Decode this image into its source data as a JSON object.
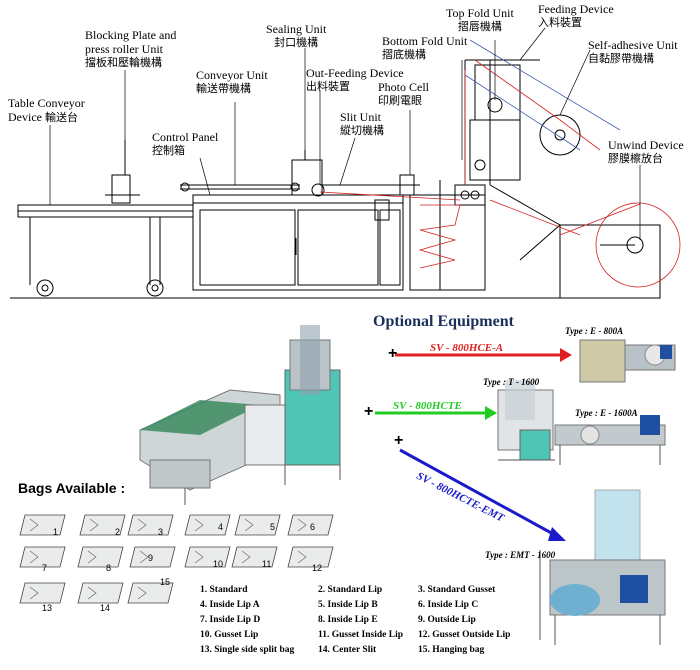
{
  "labels": {
    "table_conveyor": {
      "en": "Table Conveyor",
      "en2": "Device",
      "zh": "輸送台"
    },
    "blocking_plate": {
      "en": "Blocking Plate and",
      "en2": "press roller Unit",
      "zh": "擋板和壓輪機構"
    },
    "conveyor_unit": {
      "en": "Conveyor Unit",
      "zh": "輸送帶機構"
    },
    "sealing_unit": {
      "en": "Sealing Unit",
      "zh": "封口機構"
    },
    "out_feeding": {
      "en": "Out-Feeding Device",
      "zh": "出料裝置"
    },
    "photo_cell": {
      "en": "Photo Cell",
      "zh": "印刷電眼"
    },
    "slit_unit": {
      "en": "Slit Unit",
      "zh": "縱切機構"
    },
    "control_panel": {
      "en": "Control Panel",
      "zh": "控制箱"
    },
    "bottom_fold": {
      "en": "Bottom Fold Unit",
      "zh": "摺底機構"
    },
    "top_fold": {
      "en": "Top Fold Unit",
      "zh": "摺唇機構"
    },
    "feeding_device": {
      "en": "Feeding Device",
      "zh": "入料裝置"
    },
    "self_adhesive": {
      "en": "Self-adhesive Unit",
      "zh": "自黏膠帶機構"
    },
    "unwind_device": {
      "en": "Unwind Device",
      "zh": "膠膜檫放台"
    }
  },
  "optional": {
    "title": "Optional Equipment",
    "models": [
      {
        "name": "SV - 800HCE-A",
        "color": "#e02020"
      },
      {
        "name": "SV - 800HCTE",
        "color": "#22cc22"
      },
      {
        "name": "SV - 800HCTE-EMT",
        "color": "#1a1acc"
      }
    ],
    "types": [
      "Type : E - 800A",
      "Type : T - 1600",
      "Type : E - 1600A",
      "Type : EMT - 1600"
    ]
  },
  "bags": {
    "title": "Bags Available :",
    "nums": [
      "1",
      "2",
      "3",
      "4",
      "5",
      "6",
      "7",
      "8",
      "9",
      "10",
      "11",
      "12",
      "13",
      "14",
      "15"
    ],
    "legend": [
      "1. Standard",
      "2. Standard Lip",
      "3. Standard Gusset",
      "4. Inside Lip A",
      "5. Inside Lip B",
      "6. Inside Lip C",
      "7. Inside Lip D",
      "8. Inside Lip E",
      "9. Outside Lip",
      "10. Gusset Lip",
      "11. Gusset Inside Lip",
      "12. Gusset Outside Lip",
      "13. Single side split bag",
      "14. Center Slit",
      "15. Hanging bag"
    ]
  }
}
